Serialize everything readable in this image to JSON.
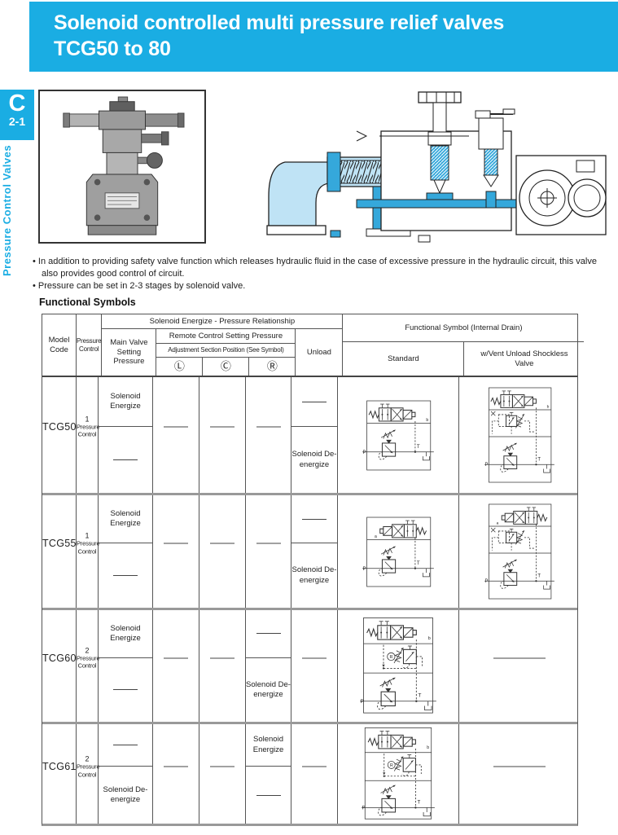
{
  "colors": {
    "accent": "#1aade3"
  },
  "header": {
    "title_line1": "Solenoid controlled multi pressure relief valves",
    "title_line2": "TCG50 to 80"
  },
  "sidebar": {
    "tab_letter": "C",
    "tab_number": "2-1",
    "category_label": "Pressure Control Valves"
  },
  "intro": {
    "bullets": [
      "In addition to providing safety valve function which releases hydraulic fluid in the case of excessive pressure in the hydraulic circuit, this valve also provides good control of circuit.",
      "Pressure can be set in 2-3 stages by solenoid valve."
    ],
    "section_title": "Functional Symbols"
  },
  "table": {
    "header": {
      "model_code": "Model Code",
      "pressure_control": "Pressure Control",
      "solenoid_group": "Solenoid Energize - Pressure Relationship",
      "main_valve": "Main Valve Setting Pressure",
      "remote_control": "Remote Control Setting Pressure",
      "adjustment": "Adjustment Section Position (See Symbol)",
      "pos_l": "Ⓛ",
      "pos_c": "Ⓒ",
      "pos_r": "Ⓡ",
      "unload": "Unload",
      "functional_group": "Functional Symbol (Internal Drain)",
      "standard": "Standard",
      "vent": "w/Vent Unload Shockless Valve"
    },
    "rows": [
      {
        "model": "TCG50",
        "pressure_stages": "1",
        "pressure_label": "Pressure Control",
        "main_top": "Solenoid Energize",
        "main_bottom": "—",
        "pos_l": "—",
        "pos_c": "—",
        "pos_r": "—",
        "unload_top": "—",
        "unload_bottom": "Solenoid De-energize",
        "standard_symbol": "1-pressure-standard-solenoid-b",
        "vent_symbol": "1-pressure-vent-unload-shockless-b"
      },
      {
        "model": "TCG55",
        "pressure_stages": "1",
        "pressure_label": "Pressure Control",
        "main_top": "Solenoid Energize",
        "main_bottom": "—",
        "pos_l": "—",
        "pos_c": "—",
        "pos_r": "—",
        "unload_top": "—",
        "unload_bottom": "Solenoid De-energize",
        "standard_symbol": "1-pressure-standard-solenoid-a",
        "vent_symbol": "1-pressure-vent-unload-shockless-a"
      },
      {
        "model": "TCG60",
        "pressure_stages": "2",
        "pressure_label": "Pressure Control",
        "main_top": "Solenoid Energize",
        "main_bottom": "—",
        "pos_l": "—",
        "pos_c": "—",
        "pos_r_top": "—",
        "pos_r_bottom": "Solenoid De-energize",
        "unload": "—",
        "standard_symbol": "2-pressure-standard",
        "vent_symbol": "—"
      },
      {
        "model": "TCG61",
        "pressure_stages": "2",
        "pressure_label": "Pressure Control",
        "main_top": "—",
        "main_bottom": "Solenoid De-energize",
        "pos_l": "—",
        "pos_c": "—",
        "pos_r_top": "Solenoid Energize",
        "pos_r_bottom": "—",
        "unload": "—",
        "standard_symbol": "2-pressure-standard",
        "vent_symbol": "—"
      }
    ]
  },
  "symbols": {
    "port_p": "P",
    "port_t": "T",
    "sol_a": "a",
    "sol_b": "b",
    "remote_r": "R"
  }
}
